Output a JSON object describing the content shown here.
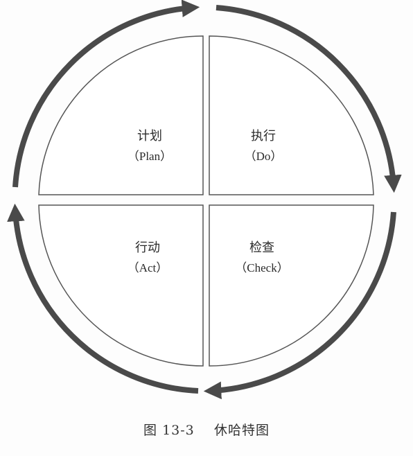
{
  "diagram": {
    "quadrants": [
      {
        "id": "plan",
        "title": "计划",
        "subtitle": "（Plan）"
      },
      {
        "id": "do",
        "title": "执行",
        "subtitle": "（Do）"
      },
      {
        "id": "act",
        "title": "行动",
        "subtitle": "（Act）"
      },
      {
        "id": "check",
        "title": "检查",
        "subtitle": "（Check）"
      }
    ],
    "cycle_order": [
      "plan",
      "do",
      "check",
      "act"
    ],
    "colors": {
      "arrow": "#4a4a4a",
      "outline": "#555555",
      "fill": "#ffffff",
      "text": "#2a2a2a"
    }
  },
  "caption": {
    "figure_number": "图 13-3",
    "title": "休哈特图"
  }
}
